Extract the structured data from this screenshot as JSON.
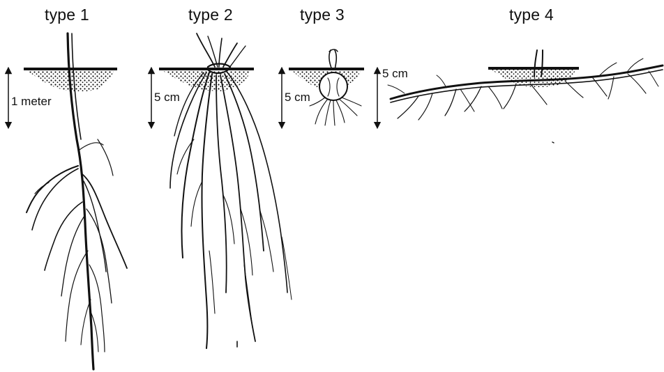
{
  "diagram": {
    "types": [
      {
        "title": "type 1",
        "depth_label": "1 meter"
      },
      {
        "title": "type 2",
        "depth_label": "5 cm"
      },
      {
        "title": "type 3",
        "depth_label": "5 cm"
      },
      {
        "title": "type 4",
        "depth_label": "5 cm"
      }
    ],
    "colors": {
      "ink": "#111111",
      "background": "#ffffff"
    }
  }
}
